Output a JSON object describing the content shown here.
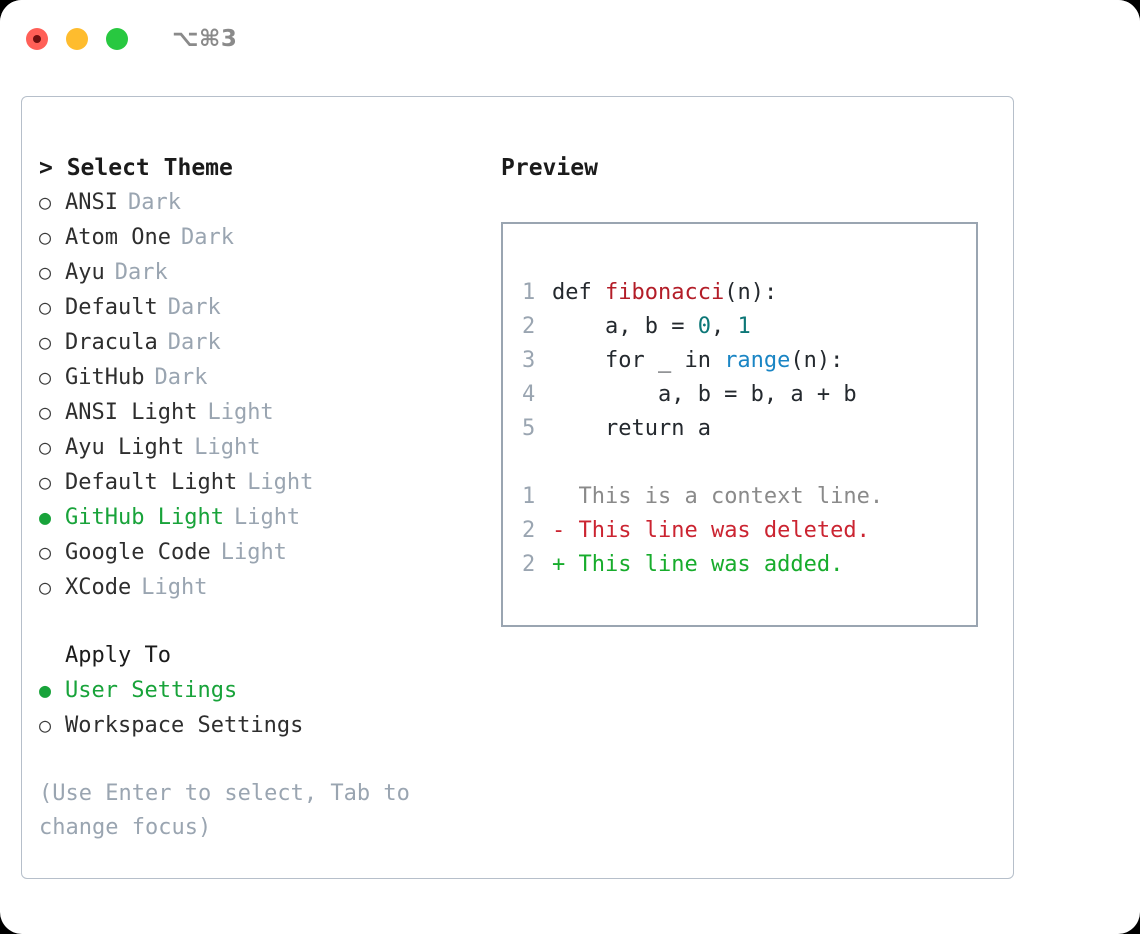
{
  "titlebar": {
    "shortcut": "⌥⌘3",
    "lights": [
      {
        "name": "close",
        "color": "#ff5f57"
      },
      {
        "name": "minimize",
        "color": "#febc2e"
      },
      {
        "name": "maximize",
        "color": "#28c840"
      }
    ]
  },
  "theme_panel": {
    "header": "> Select Theme",
    "items": [
      {
        "label": "ANSI",
        "tag": "Dark",
        "bullet": "○",
        "selected": false
      },
      {
        "label": "Atom One",
        "tag": "Dark",
        "bullet": "○",
        "selected": false
      },
      {
        "label": "Ayu",
        "tag": "Dark",
        "bullet": "○",
        "selected": false
      },
      {
        "label": "Default",
        "tag": "Dark",
        "bullet": "○",
        "selected": false
      },
      {
        "label": "Dracula",
        "tag": "Dark",
        "bullet": "○",
        "selected": false
      },
      {
        "label": "GitHub",
        "tag": "Dark",
        "bullet": "○",
        "selected": false
      },
      {
        "label": "ANSI Light",
        "tag": "Light",
        "bullet": "○",
        "selected": false
      },
      {
        "label": "Ayu Light",
        "tag": "Light",
        "bullet": "○",
        "selected": false
      },
      {
        "label": "Default Light",
        "tag": "Light",
        "bullet": "○",
        "selected": false
      },
      {
        "label": "GitHub Light",
        "tag": "Light",
        "bullet": "●",
        "selected": true
      },
      {
        "label": "Google Code",
        "tag": "Light",
        "bullet": "○",
        "selected": false
      },
      {
        "label": "XCode",
        "tag": "Light",
        "bullet": "○",
        "selected": false
      }
    ]
  },
  "apply_to": {
    "header": "Apply To",
    "items": [
      {
        "label": "User Settings",
        "tag": "",
        "bullet": "●",
        "selected": true
      },
      {
        "label": "Workspace Settings",
        "tag": "",
        "bullet": "○",
        "selected": false
      }
    ]
  },
  "hint": "(Use Enter to select, Tab to change focus)",
  "preview": {
    "header": "Preview",
    "code_lines": [
      {
        "num": "1",
        "tokens": [
          {
            "text": "def ",
            "type": "plain"
          },
          {
            "text": "fibonacci",
            "type": "fn"
          },
          {
            "text": "(n):",
            "type": "plain"
          }
        ]
      },
      {
        "num": "2",
        "tokens": [
          {
            "text": "    a, b = ",
            "type": "plain"
          },
          {
            "text": "0",
            "type": "num"
          },
          {
            "text": ", ",
            "type": "plain"
          },
          {
            "text": "1",
            "type": "num"
          }
        ]
      },
      {
        "num": "3",
        "tokens": [
          {
            "text": "    for _ in ",
            "type": "plain"
          },
          {
            "text": "range",
            "type": "call"
          },
          {
            "text": "(n):",
            "type": "plain"
          }
        ]
      },
      {
        "num": "4",
        "tokens": [
          {
            "text": "        a, b = b, a + b",
            "type": "plain"
          }
        ]
      },
      {
        "num": "5",
        "tokens": [
          {
            "text": "    return a",
            "type": "plain"
          }
        ]
      }
    ],
    "diff_lines": [
      {
        "num": "1",
        "marker": " ",
        "text": " This is a context line.",
        "kind": "ctx"
      },
      {
        "num": "2",
        "marker": "-",
        "text": " This line was deleted.",
        "kind": "del"
      },
      {
        "num": "2",
        "marker": "+",
        "text": " This line was added.",
        "kind": "add"
      }
    ]
  },
  "colors": {
    "accent_green": "#18a33a",
    "muted": "#9aa5b1",
    "text": "#1b1b1b",
    "diff_add": "#17ac2c",
    "diff_del": "#cb2431",
    "syntax_fn": "#b31d28",
    "syntax_num": "#0d7777",
    "syntax_call": "#1a85c4"
  }
}
